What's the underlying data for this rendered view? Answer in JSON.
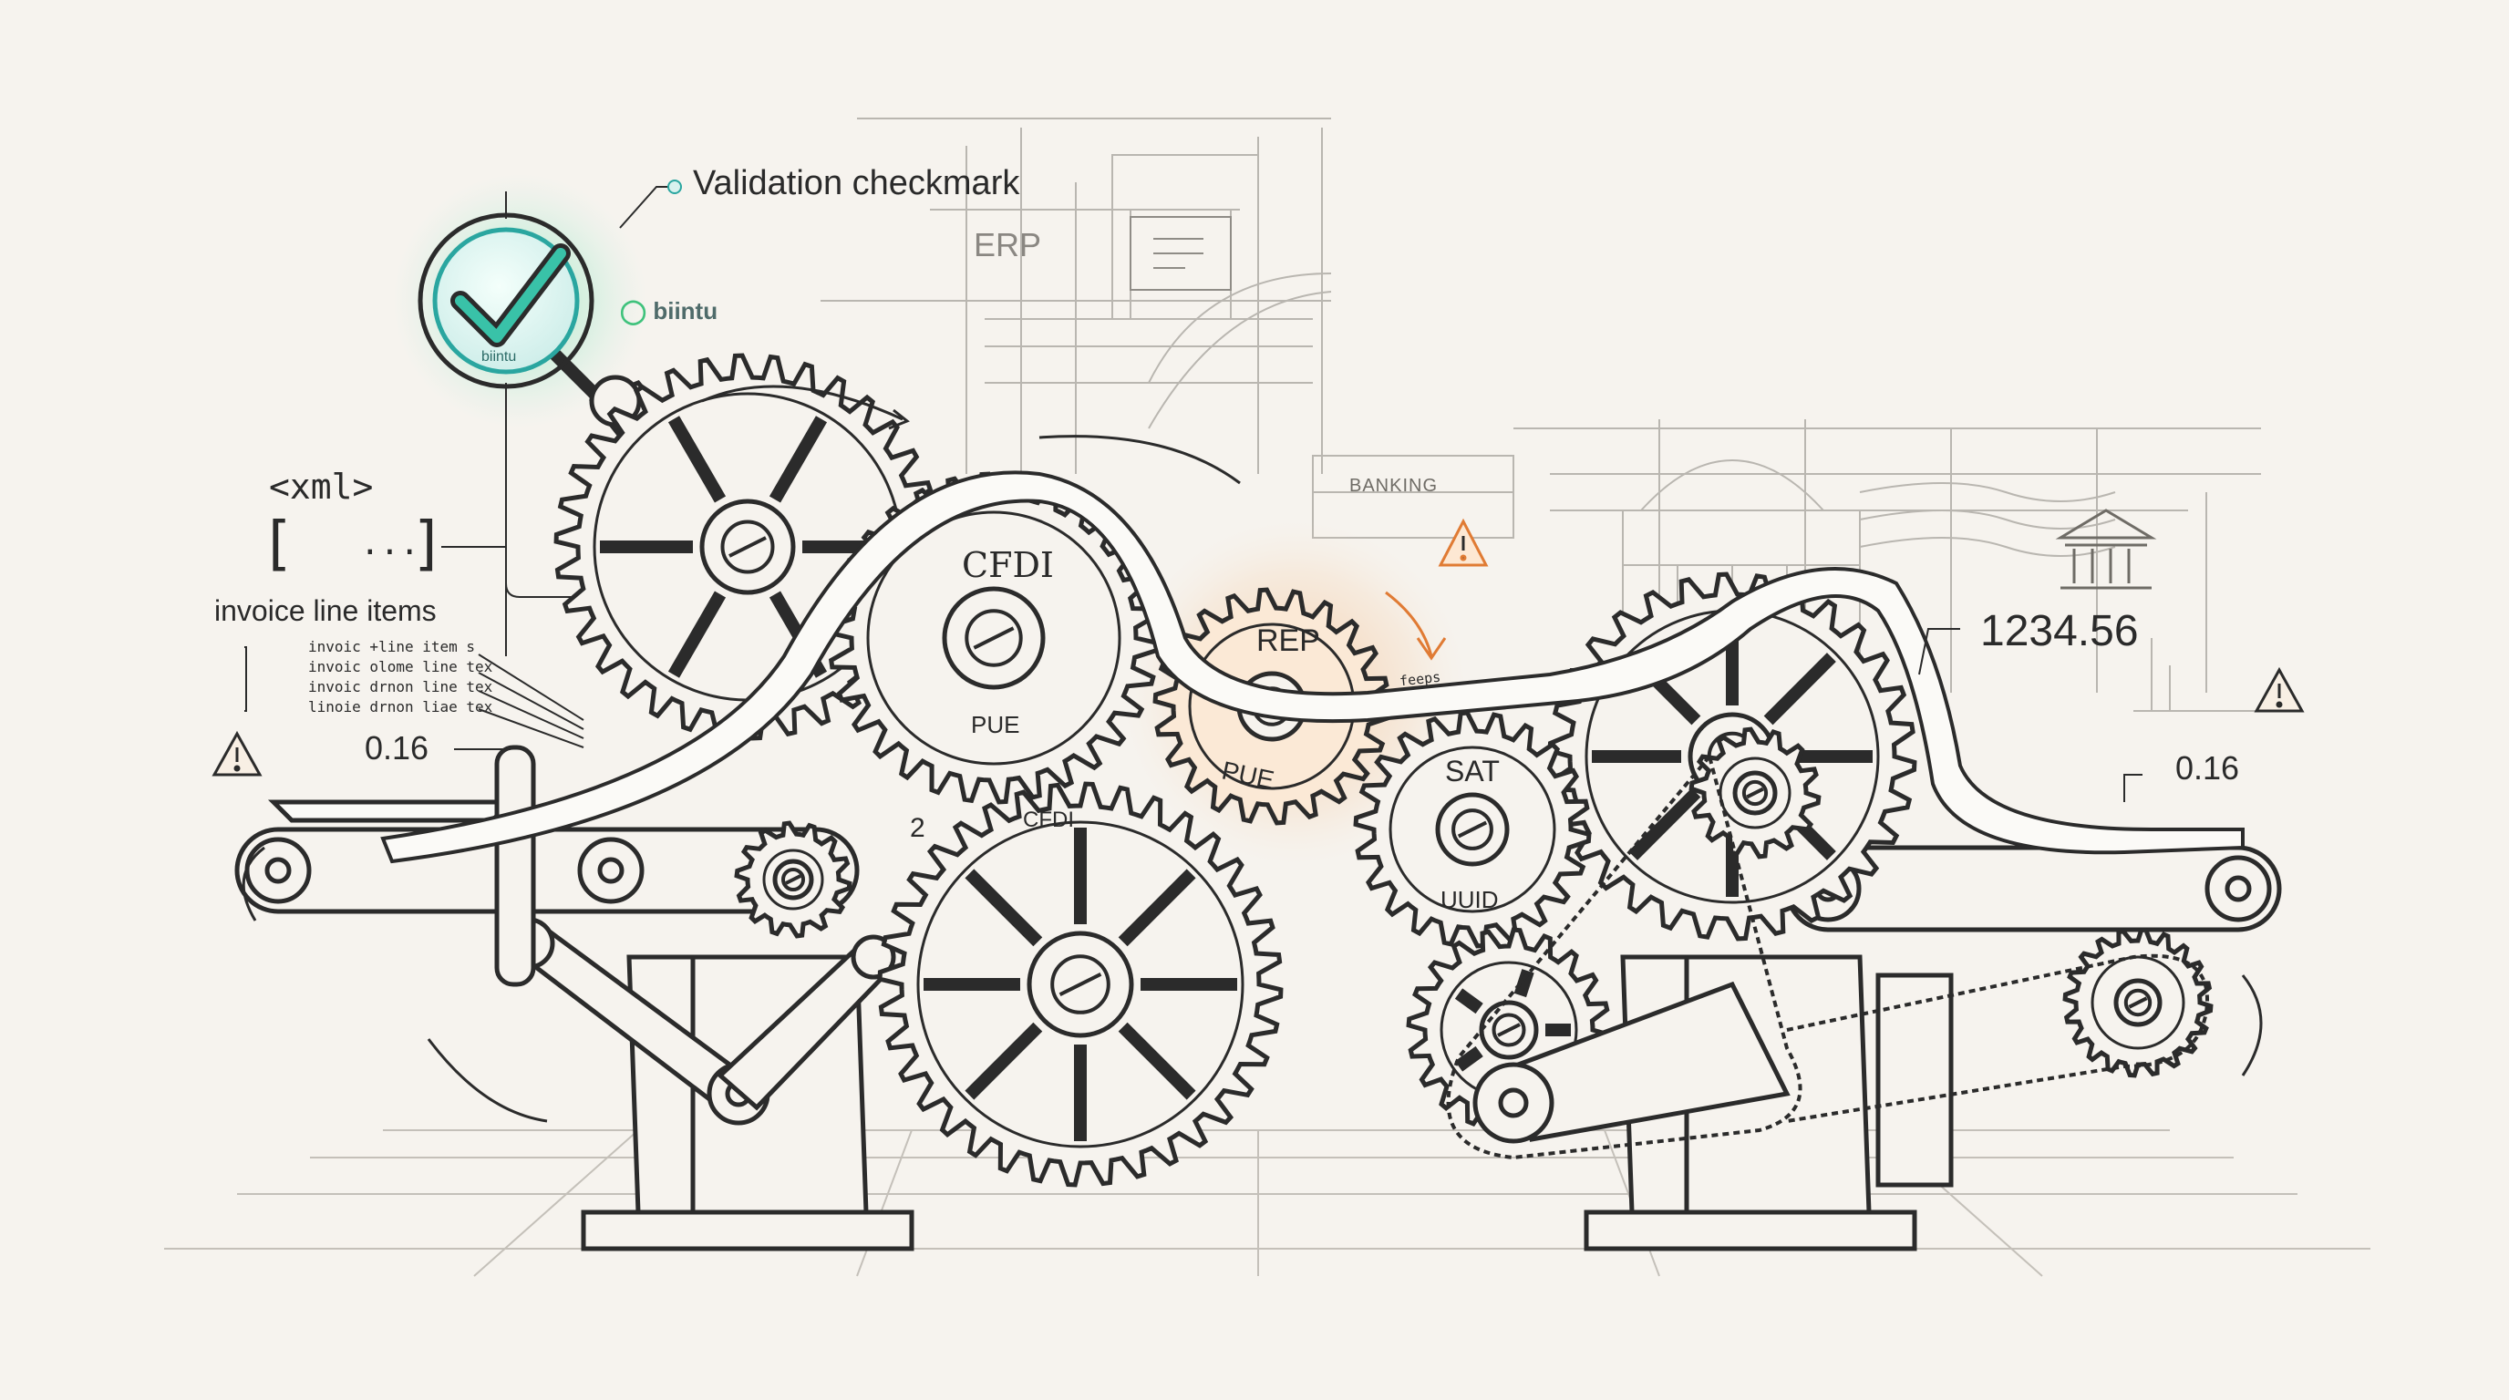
{
  "labels": {
    "validation": "Validation checkmark",
    "badge_text": "biintu",
    "brand": "biintu",
    "erp": "ERP",
    "banking": "BANKING",
    "xml_tag": "<xml>",
    "xml_bracket_open": "[",
    "xml_dots": "...",
    "xml_bracket_close": "]",
    "invoice_title": "invoice line items",
    "invoice_lines": [
      "invoic +line item s",
      "invoic olome line tex",
      "invoic drnon line tex",
      "linoie drnon liae tex"
    ],
    "value_left": "0.16",
    "value_right": "0.16",
    "amount": "1234.56",
    "feed_label": "feeps",
    "dial_number": "2"
  },
  "gears": {
    "cfdi_pue": {
      "top": "CFDI",
      "bottom": "PUE"
    },
    "rep_pue": {
      "top": "REP",
      "bottom": "PUE"
    },
    "sat_uuid": {
      "top": "SAT",
      "bottom": "UUID"
    },
    "cfdi_lower": {
      "top": "CFDI"
    }
  },
  "colors": {
    "ink": "#2b2b2b",
    "paper": "#f6f3ee",
    "validation_glow": "#4fd17a",
    "validation_ring": "#2aa6a0",
    "rep_highlight": "#f2a25a",
    "warning": "#f2a86b",
    "sketch_light": "#9a9a9a"
  },
  "icons": [
    "check-icon",
    "warning-icon",
    "bank-icon",
    "document-icon"
  ]
}
